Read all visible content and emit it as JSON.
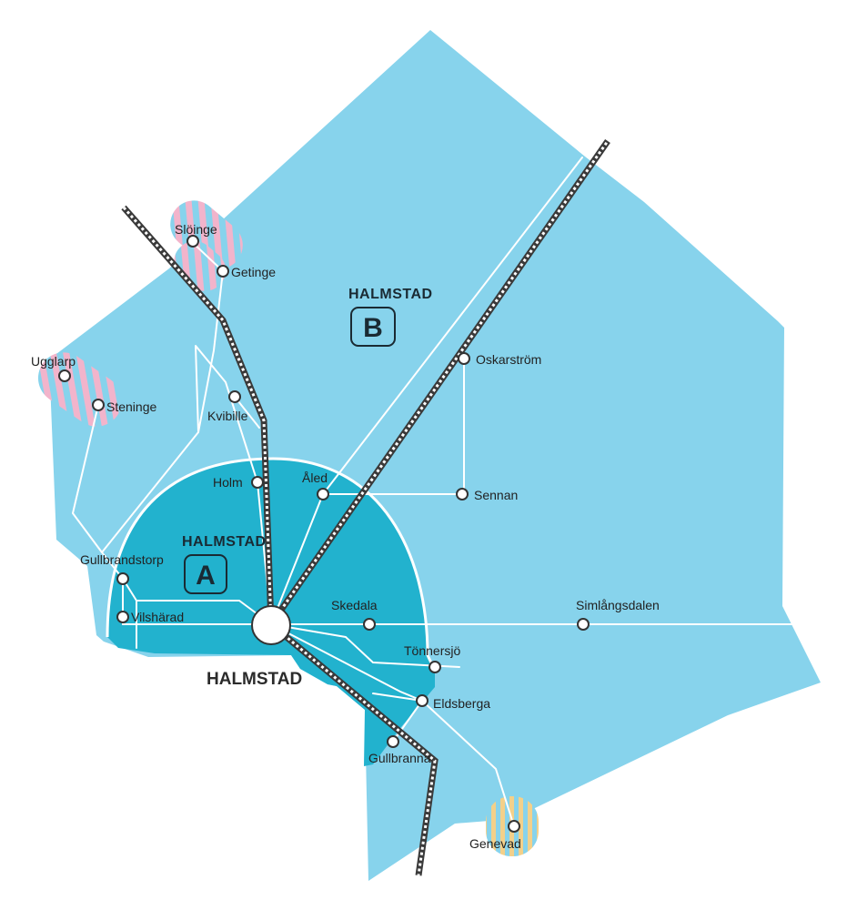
{
  "colors": {
    "zone_b": "#87D3EC",
    "zone_a": "#22B2CE",
    "route": "#ffffff",
    "rail_dark": "#3a3a3a",
    "stripe_pink": "#F2B4CB",
    "stripe_yellow": "#F3D08A"
  },
  "zones": {
    "a": {
      "name": "HALMSTAD",
      "letter": "A"
    },
    "b": {
      "name": "HALMSTAD",
      "letter": "B"
    }
  },
  "city": {
    "name": "HALMSTAD"
  },
  "stops": {
    "sloinge": "Slöinge",
    "getinge": "Getinge",
    "ugglarp": "Ugglarp",
    "steninge": "Steninge",
    "kvibille": "Kvibille",
    "holm": "Holm",
    "aled": "Åled",
    "sennan": "Sennan",
    "oskarstrom": "Oskarström",
    "gullbrandstorp": "Gullbrandstorp",
    "vilsharad": "Vilshärad",
    "skedala": "Skedala",
    "simlangsdalen": "Simlångsdalen",
    "tonnersjo": "Tönnersjö",
    "eldsberga": "Eldsberga",
    "gullbranna": "Gullbranna",
    "genevad": "Genevad"
  }
}
